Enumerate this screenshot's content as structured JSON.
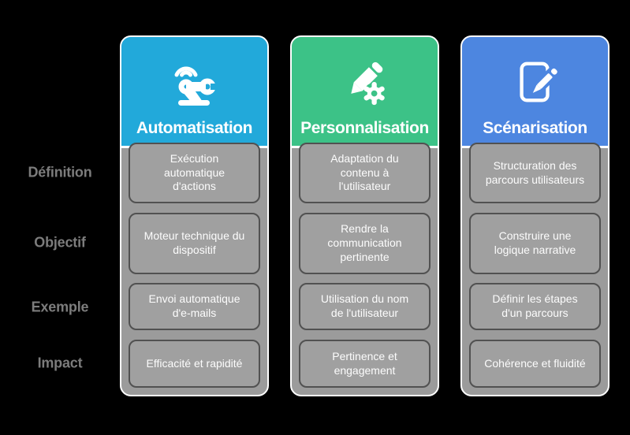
{
  "diagram": {
    "background_color": "#000000",
    "panel_color": "#9B9B9B",
    "cell_border_color": "#515151",
    "row_label_color": "#7C7C7C",
    "row_labels": [
      "Définition",
      "Objectif",
      "Exemple",
      "Impact"
    ],
    "columns": [
      {
        "title": "Automatisation",
        "accent_color": "#22A9DA",
        "icon": "robot-arm-icon",
        "cells": [
          "Exécution\nautomatique\nd'actions",
          "Moteur technique du\ndispositif",
          "Envoi automatique\nd'e-mails",
          "Efficacité et rapidité"
        ]
      },
      {
        "title": "Personnalisation",
        "accent_color": "#3CC287",
        "icon": "pencil-gear-icon",
        "cells": [
          "Adaptation du\ncontenu à\nl'utilisateur",
          "Rendre la\ncommunication\npertinente",
          "Utilisation du nom\nde l'utilisateur",
          "Pertinence et\nengagement"
        ]
      },
      {
        "title": "Scénarisation",
        "accent_color": "#4D86E0",
        "icon": "notebook-pen-icon",
        "cells": [
          "Structuration des\nparcours utilisateurs",
          "Construire une\nlogique narrative",
          "Définir les étapes\nd'un parcours",
          "Cohérence et fluidité"
        ]
      }
    ]
  }
}
